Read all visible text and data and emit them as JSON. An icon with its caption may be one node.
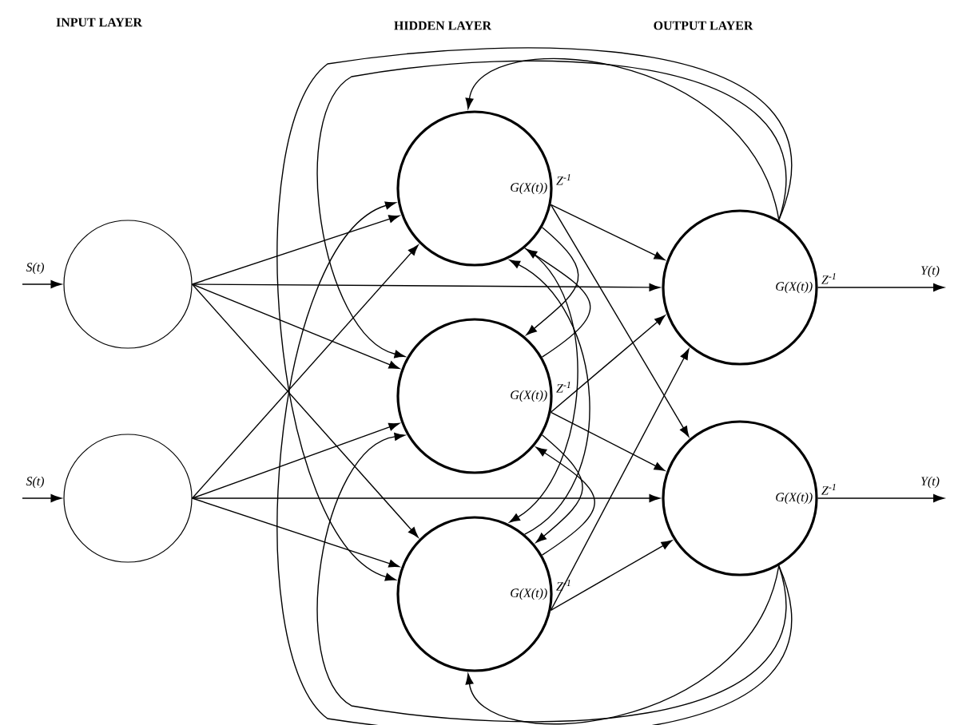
{
  "diagram": {
    "nodes": [
      {
        "text": [],
        "shape": "circle"
      },
      {
        "text": [],
        "shape": "circle"
      },
      {
        "text": [
          "G(X(t))"
        ],
        "beside": [
          "Z$^{-1}$"
        ]
      },
      {
        "text": [
          "G(X(t))"
        ],
        "beside": [
          "Z$^{-1}$"
        ]
      },
      {
        "text": [
          "G(X(t))"
        ],
        "beside": [
          "Z$^{-1}$"
        ]
      },
      {
        "text": [
          "G(X(t))"
        ],
        "beside": [
          "Z$^{-1}$"
        ]
      },
      {
        "text": [
          "G(X(t))"
        ],
        "beside": [
          "Z$^{-1}$"
        ]
      }
    ],
    "edges": [
      {
        "from": null,
        "to": 0,
        "arrow": "to",
        "label": "S(t)"
      },
      {
        "from": null,
        "to": 1,
        "arrow": "to",
        "label": "S(t)"
      },
      {
        "from": 0,
        "to": 2,
        "arrow": "to"
      },
      {
        "from": 0,
        "to": 3,
        "arrow": "to"
      },
      {
        "from": 0,
        "to": 4,
        "arrow": "to"
      },
      {
        "from": 1,
        "to": 2,
        "arrow": "to"
      },
      {
        "from": 1,
        "to": 3,
        "arrow": "to"
      },
      {
        "from": 1,
        "to": 4,
        "arrow": "to"
      },
      {
        "from": 0,
        "to": 5,
        "arrow": "to"
      },
      {
        "from": 1,
        "to": 6,
        "arrow": "to"
      },
      {
        "from": 2,
        "to": 5,
        "arrow": "to"
      },
      {
        "from": 2,
        "to": 6,
        "arrow": "to"
      },
      {
        "from": 3,
        "to": 5,
        "arrow": "to"
      },
      {
        "from": 3,
        "to": 6,
        "arrow": "to"
      },
      {
        "from": 4,
        "to": 5,
        "arrow": "to"
      },
      {
        "from": 4,
        "to": 6,
        "arrow": "to"
      },
      {
        "from": 2,
        "to": 3,
        "arrow": "to"
      },
      {
        "from": 2,
        "to": 4,
        "arrow": "to"
      },
      {
        "from": 3,
        "to": 2,
        "arrow": "to"
      },
      {
        "from": 3,
        "to": 4,
        "arrow": "to"
      },
      {
        "from": 4,
        "to": 2,
        "arrow": "to"
      },
      {
        "from": 4,
        "to": 3,
        "arrow": "to"
      },
      {
        "from": 5,
        "to": 2,
        "arrow": "to"
      },
      {
        "from": 5,
        "to": 3,
        "arrow": "to"
      },
      {
        "from": 5,
        "to": 4,
        "arrow": "to"
      },
      {
        "from": 6,
        "to": 2,
        "arrow": "to"
      },
      {
        "from": 6,
        "to": 3,
        "arrow": "to"
      },
      {
        "from": 6,
        "to": 4,
        "arrow": "to"
      },
      {
        "from": 5,
        "to": null,
        "arrow": "to",
        "label": "Y(t)"
      },
      {
        "from": 6,
        "to": null,
        "arrow": "to",
        "label": "Y(t)"
      }
    ],
    "labels": [
      "INPUT LAYER",
      "HIDDEN LAYER",
      "OUTPUT LAYER"
    ]
  }
}
